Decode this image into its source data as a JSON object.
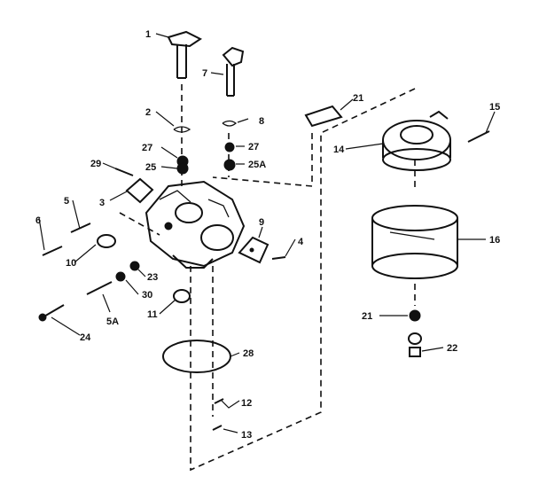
{
  "diagram": {
    "callouts": [
      "1",
      "2",
      "3",
      "4",
      "5",
      "5A",
      "6",
      "7",
      "8",
      "9",
      "10",
      "11",
      "12",
      "13",
      "14",
      "15",
      "16",
      "21",
      "21",
      "22",
      "23",
      "24",
      "25",
      "25A",
      "27",
      "27",
      "28",
      "29",
      "30"
    ]
  }
}
